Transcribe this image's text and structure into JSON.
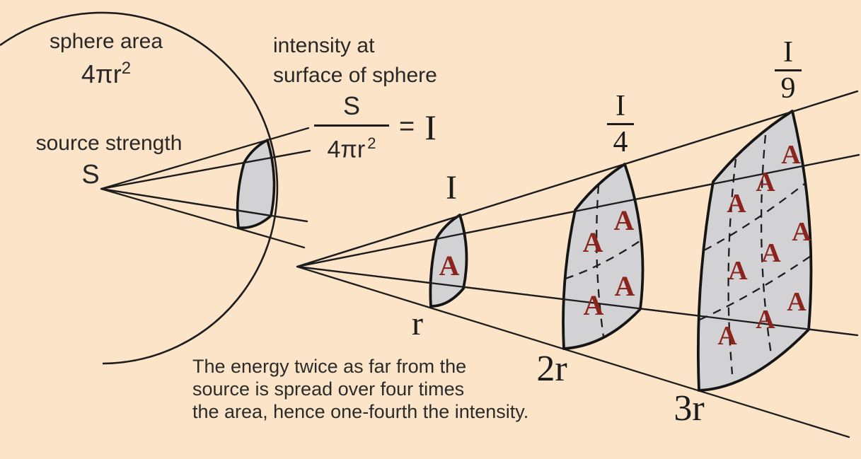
{
  "colors": {
    "background": "#fce4c8",
    "line": "#1d1d1d",
    "patch_fill": "#d2d2d4",
    "patch_stroke": "#151515",
    "area_letter": "#8b241c",
    "text": "#282828"
  },
  "sphere": {
    "area_label": "sphere area",
    "area_formula_base": "4πr",
    "area_formula_exp": "2",
    "source_label": "source strength",
    "source_symbol": "S"
  },
  "intensity": {
    "line1": "intensity at",
    "line2": "surface of sphere",
    "formula": {
      "numerator": "S",
      "denominator_base": "4πr",
      "denominator_exp": "2",
      "equals_sign": "=",
      "result": "I"
    }
  },
  "distances": {
    "r": "r",
    "two_r": "2r",
    "three_r": "3r"
  },
  "intensities": {
    "at_r": "I",
    "at_2r_num": "I",
    "at_2r_den": "4",
    "at_3r_num": "I",
    "at_3r_den": "9"
  },
  "labels": {
    "area_unit": "A"
  },
  "area_counts": {
    "at_r": 1,
    "at_2r": 4,
    "at_3r": 9
  },
  "caption": {
    "line1": "The energy twice as far from the",
    "line2": "source is spread over four times",
    "line3": "the area, hence one-fourth the intensity."
  }
}
